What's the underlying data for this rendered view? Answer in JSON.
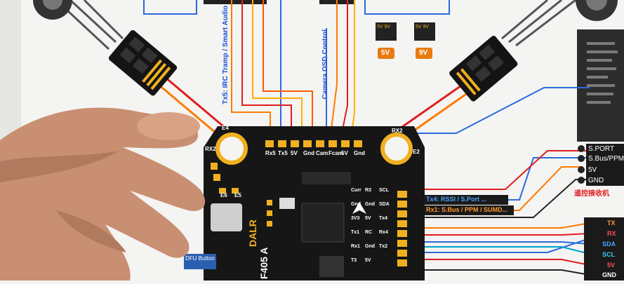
{
  "diagram": {
    "vertical_labels": [
      "Tx5: IRC Tramp / Smart Audio",
      "Camera OSD Control"
    ],
    "voltage_selectors": [
      {
        "label": "5V",
        "pins": "5V 9V"
      },
      {
        "label": "9V",
        "pins": "5V 9V"
      }
    ],
    "receiver_pins": [
      "S.PORT",
      "S.Bus/PPM",
      "5V",
      "GND"
    ],
    "receiver_caption": "遥控接收机",
    "uart_notes": [
      "Tx4: RSSI / S.Port ...",
      "Rx1: S.Bus / PPM / SUMD..."
    ],
    "peripheral_pins": [
      "TX",
      "RX",
      "SDA",
      "SCL",
      "5V",
      "GND"
    ],
    "dfu_button": "DFU Button",
    "board_text": {
      "brand": "DALR",
      "model": "F405 A",
      "esc_right": "E2",
      "esc_left": "E4",
      "rx_left": "RX2",
      "rx_right": "RX2",
      "bottom_left": [
        "E6",
        "E5"
      ],
      "top_pads": [
        "Rx5",
        "Tx5",
        "5V",
        "Gnd",
        "Cam",
        "Fcam",
        "5V",
        "Gnd"
      ],
      "side_pads": [
        "Curr",
        "Gnd",
        "3V3",
        "Tx1",
        "Rx1",
        "T3",
        "R3",
        "Gnd",
        "5V",
        "RC",
        "Gnd",
        "5V",
        "SCL",
        "SDA",
        "Tx4",
        "Rx4",
        "Tx2"
      ]
    }
  }
}
